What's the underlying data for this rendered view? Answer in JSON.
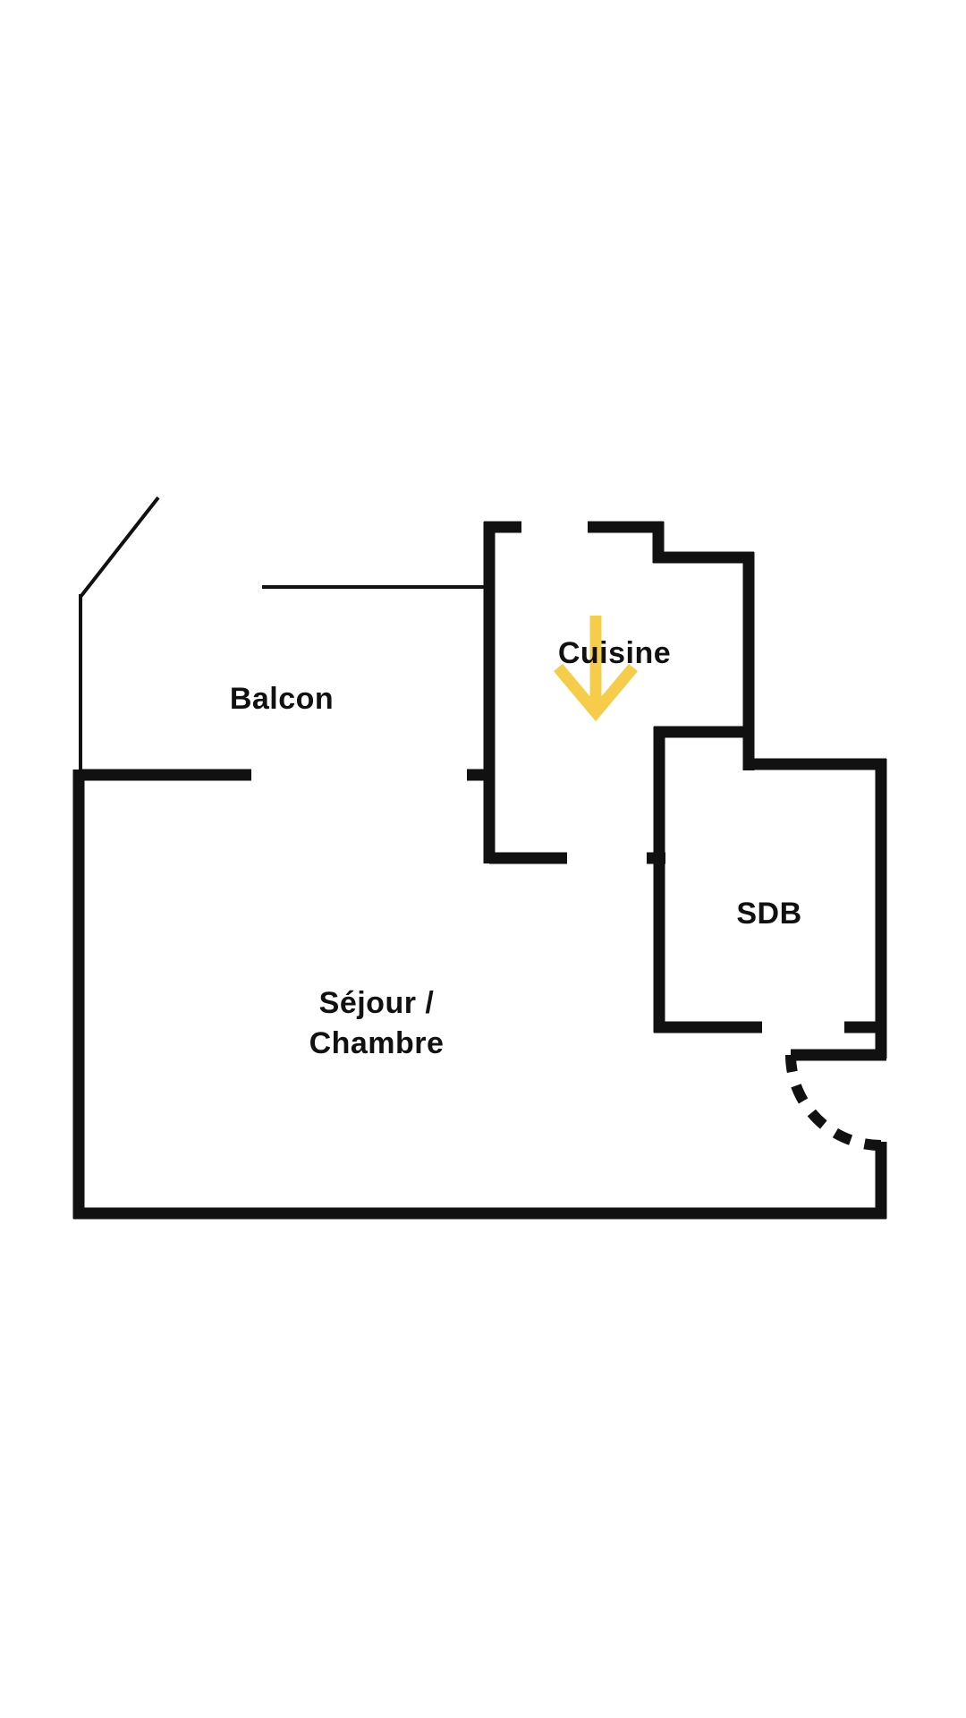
{
  "colors": {
    "wall": "#111111",
    "thin_wall": "#111111",
    "text": "#111111",
    "arrow": "#f6cd4b",
    "background": "#ffffff"
  },
  "rooms": {
    "balcon": {
      "label": "Balcon"
    },
    "cuisine": {
      "label": "Cuisine"
    },
    "sdb": {
      "label": "SDB"
    },
    "sejour": {
      "line1": "Séjour /",
      "line2": "Chambre"
    }
  },
  "icons": {
    "entry_arrow": "down-arrow",
    "door_swing": "dashed-quarter-arc"
  }
}
